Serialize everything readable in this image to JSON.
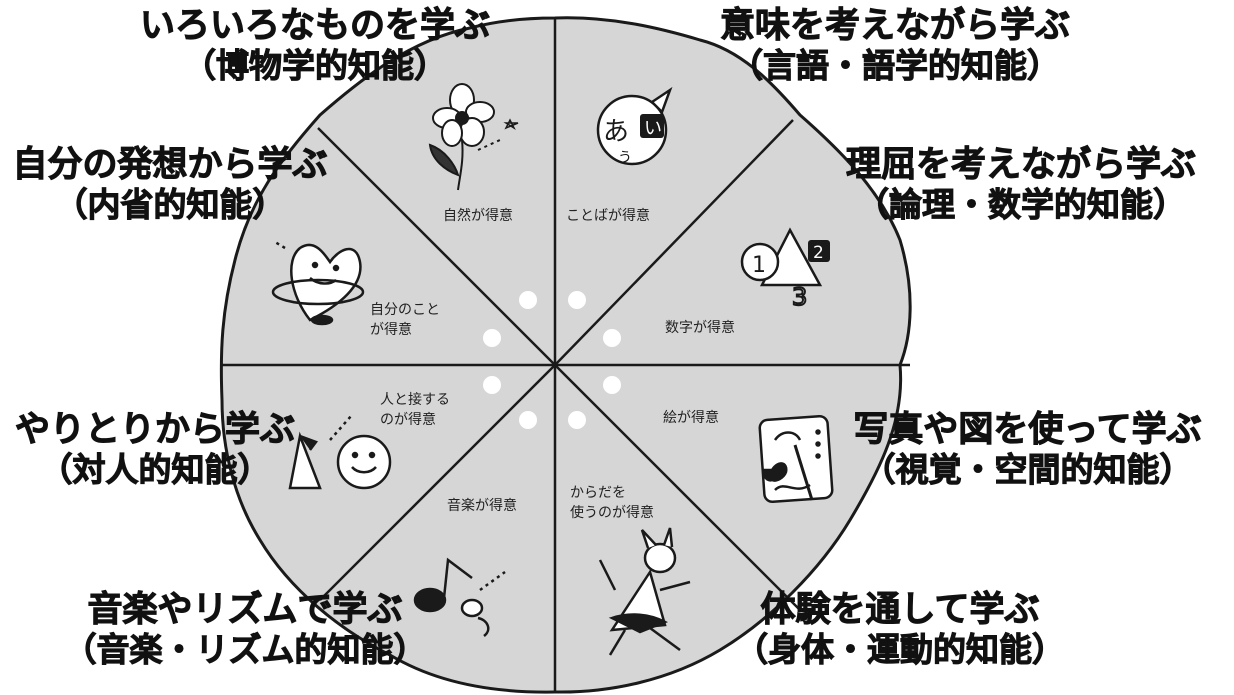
{
  "segments": [
    {
      "id": "naturalist",
      "title": "いろいろなものを学ぶ",
      "subtitle": "（博物学的知能）",
      "inner": [
        "自然が得意"
      ],
      "icon": "flower-icon"
    },
    {
      "id": "linguistic",
      "title": "意味を考えながら学ぶ",
      "subtitle": "（言語・語学的知能）",
      "inner": [
        "ことばが得意"
      ],
      "icon": "speech-bubble-icon",
      "icon_text": [
        "あ",
        "い",
        "う"
      ]
    },
    {
      "id": "logical",
      "title": "理屈を考えながら学ぶ",
      "subtitle": "（論理・数学的知能）",
      "inner": [
        "数字が得意"
      ],
      "icon": "numbers-triangle-icon",
      "icon_text": [
        "1",
        "2",
        "3"
      ]
    },
    {
      "id": "spatial",
      "title": "写真や図を使って学ぶ",
      "subtitle": "（視覚・空間的知能）",
      "inner": [
        "絵が得意"
      ],
      "icon": "drawing-board-icon"
    },
    {
      "id": "bodily",
      "title": "体験を通して学ぶ",
      "subtitle": "（身体・運動的知能）",
      "inner": [
        "からだを",
        "使うのが得意"
      ],
      "icon": "running-figure-icon"
    },
    {
      "id": "musical",
      "title": "音楽やリズムで学ぶ",
      "subtitle": "（音楽・リズム的知能）",
      "inner": [
        "音楽が得意"
      ],
      "icon": "music-note-icon"
    },
    {
      "id": "interpersonal",
      "title": "やりとりから学ぶ",
      "subtitle": "（対人的知能）",
      "inner": [
        "人と接する",
        "のが得意"
      ],
      "icon": "two-faces-icon"
    },
    {
      "id": "intrapersonal",
      "title": "自分の発想から学ぶ",
      "subtitle": "（内省的知能）",
      "inner": [
        "自分のこと",
        "が得意"
      ],
      "icon": "heart-character-icon"
    }
  ],
  "colors": {
    "fill": "#d6d6d6",
    "stroke": "#1a1a1a",
    "text": "#111111",
    "dots": "#ffffff"
  }
}
